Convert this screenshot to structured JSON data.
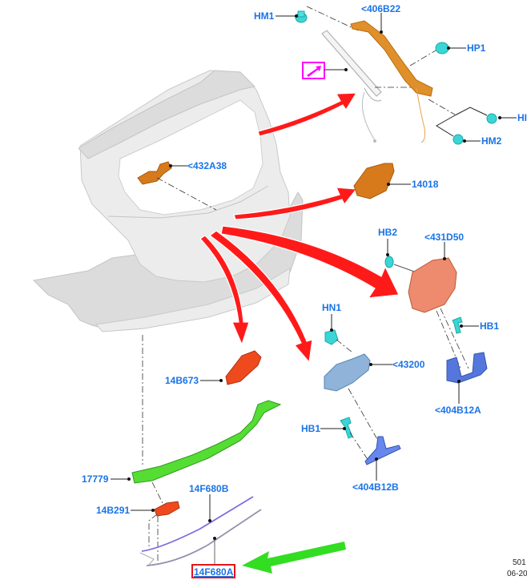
{
  "diagram": {
    "title": "Liftgate / tailgate latch and handle exploded parts view",
    "labels": {
      "hm1": "HM1",
      "p406b22": "<406B22",
      "hp1": "HP1",
      "hi": "HI",
      "hm2": "HM2",
      "p432a38": "<432A38",
      "p14018": "14018",
      "hb2": "HB2",
      "p431d50": "<431D50",
      "hb1_right": "HB1",
      "hn1": "HN1",
      "p43200": "<43200",
      "p404b12a": "<404B12A",
      "p14b673": "14B673",
      "hb1_left": "HB1",
      "p404b12b": "<404B12B",
      "p17779": "17779",
      "p14f680b": "14F680B",
      "p14b291": "14B291",
      "p14f680a": "14F680A"
    },
    "highlighted_part": "14F680A",
    "highlight_color": "#e8141b",
    "label_color": "#1a73e8",
    "reference_icon": "magenta-arrow-icon",
    "reference_icon_color": "#ff00ff",
    "footer": {
      "line1": "501",
      "line2": "06-20"
    },
    "colors": {
      "callout_arrows": "#ff1a1a",
      "pointer_arrow": "#33dd22",
      "fasteners": "#3ad6d6",
      "strut_bracket": "#e0902a",
      "module_14018": "#d67a1c",
      "latch_431d50": "#ee8a6e",
      "bracket_43200": "#8fb3d9",
      "bracket_404b12": "#5577dd",
      "switch_14b673": "#ee4a1e",
      "harness_17779": "#55dd33",
      "connector_14b291": "#ee4a1e",
      "cable_14f680b": "#7b6fe0",
      "cable_14f680a": "#9a8fb0"
    }
  }
}
